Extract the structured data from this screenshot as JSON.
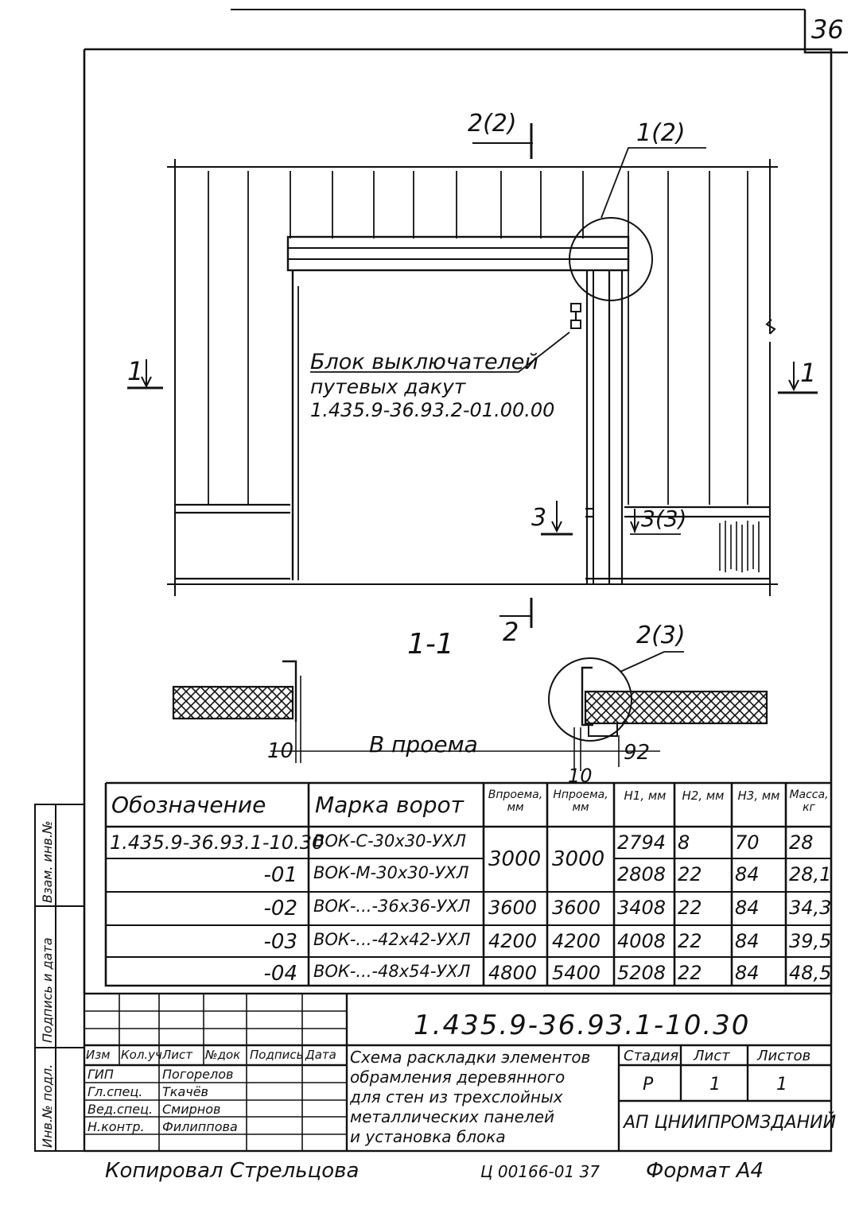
{
  "sheet_number": "36",
  "drawing": {
    "callout_2_2": "2(2)",
    "callout_1_2": "1(2)",
    "section_1_left": "1",
    "section_1_right": "1",
    "section_2_bottom": "2",
    "section_3": "3",
    "callout_3_3": "3(3)",
    "section_title": "1-1",
    "callout_2_3": "2(3)",
    "dim_10_left": "10",
    "dim_b_opening": "В проема",
    "dim_10_right": "10",
    "dim_92": "92",
    "note_line1": "Блок выключателей",
    "note_line2": "путевых дакут",
    "note_line3": "1.435.9-36.93.2-01.00.00"
  },
  "spec_table": {
    "headers": [
      "Обозначение",
      "Марка ворот",
      "Впроема, мм",
      "Нпроема, мм",
      "Н1, мм",
      "Н2, мм",
      "Н3, мм",
      "Масса, кг"
    ],
    "rows": [
      [
        "1.435.9-36.93.1-10.30",
        "ВОК-С-30х30-УХЛ",
        "",
        "",
        "2794",
        "8",
        "70",
        "28"
      ],
      [
        "-01",
        "ВОК-М-30х30-УХЛ",
        "",
        "",
        "2808",
        "22",
        "84",
        "28,1"
      ],
      [
        "-02",
        "ВОК-...-36х36-УХЛ",
        "3600",
        "3600",
        "3408",
        "22",
        "84",
        "34,3"
      ],
      [
        "-03",
        "ВОК-...-42х42-УХЛ",
        "4200",
        "4200",
        "4008",
        "22",
        "84",
        "39,5"
      ],
      [
        "-04",
        "ВОК-...-48х54-УХЛ",
        "4800",
        "5400",
        "5208",
        "22",
        "84",
        "48,5"
      ]
    ],
    "merged_b": "3000",
    "merged_h": "3000"
  },
  "title_block": {
    "code": "1.435.9-36.93.1-10.30",
    "rev_headers": [
      "Изм",
      "Кол.уч",
      "Лист",
      "№док",
      "Подпись",
      "Дата"
    ],
    "roles": [
      "ГИП",
      "Гл.спец.",
      "Вед.спец.",
      "Н.контр."
    ],
    "names": [
      "Погорелов",
      "Ткачёв",
      "Смирнов",
      "Филиппова"
    ],
    "title_lines": [
      "Схема раскладки элементов",
      "обрамления деревянного",
      "для стен из трехслойных",
      "металлических панелей",
      "и установка блока"
    ],
    "stage_header": "Стадия",
    "sheet_header": "Лист",
    "sheets_header": "Листов",
    "stage": "Р",
    "sheet": "1",
    "sheets": "1",
    "org": "АП ЦНИИПРОМЗДАНИЙ"
  },
  "side_stamp": [
    "Инв.№ подл.",
    "Подпись и дата",
    "Взам. инв.№"
  ],
  "footer": {
    "checked": "Копировал Стрельцова",
    "order": "Ц 00166-01  37",
    "format": "Формат А4"
  }
}
